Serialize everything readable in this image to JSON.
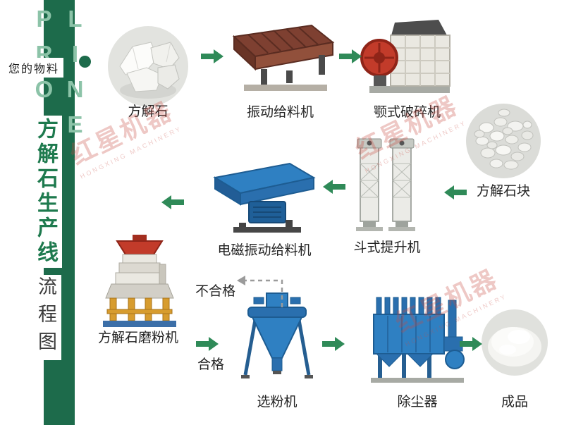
{
  "banner": {
    "vertical_text": "PRODUCT LINE"
  },
  "header": {
    "material_label": "您的物料",
    "title": "方解石生产线",
    "subtitle": "流程图"
  },
  "watermark": {
    "text": "红星机器",
    "subtext": "HONGXING MACHINERY"
  },
  "nodes": {
    "calcite": {
      "label": "方解石"
    },
    "vibrating_feeder": {
      "label": "振动给料机"
    },
    "jaw_crusher": {
      "label": "颚式破碎机"
    },
    "calcite_lumps": {
      "label": "方解石块"
    },
    "bucket_elevator": {
      "label": "斗式提升机"
    },
    "electromagnetic_feeder": {
      "label": "电磁振动给料机"
    },
    "mill": {
      "label": "方解石磨粉机"
    },
    "classifier": {
      "label": "选粉机"
    },
    "dust_collector": {
      "label": "除尘器"
    },
    "product": {
      "label": "成品"
    }
  },
  "flow": {
    "unqualified": "不合格",
    "qualified": "合格"
  },
  "colors": {
    "banner_green": "#1d6b4b",
    "title_green": "#1e7a4e",
    "arrow_green": "#2f8a58",
    "watermark_red": "#c94b42",
    "machine_blue": "#2f80c2",
    "machine_red": "#c23b2a",
    "feeder_brown": "#7e4031"
  }
}
